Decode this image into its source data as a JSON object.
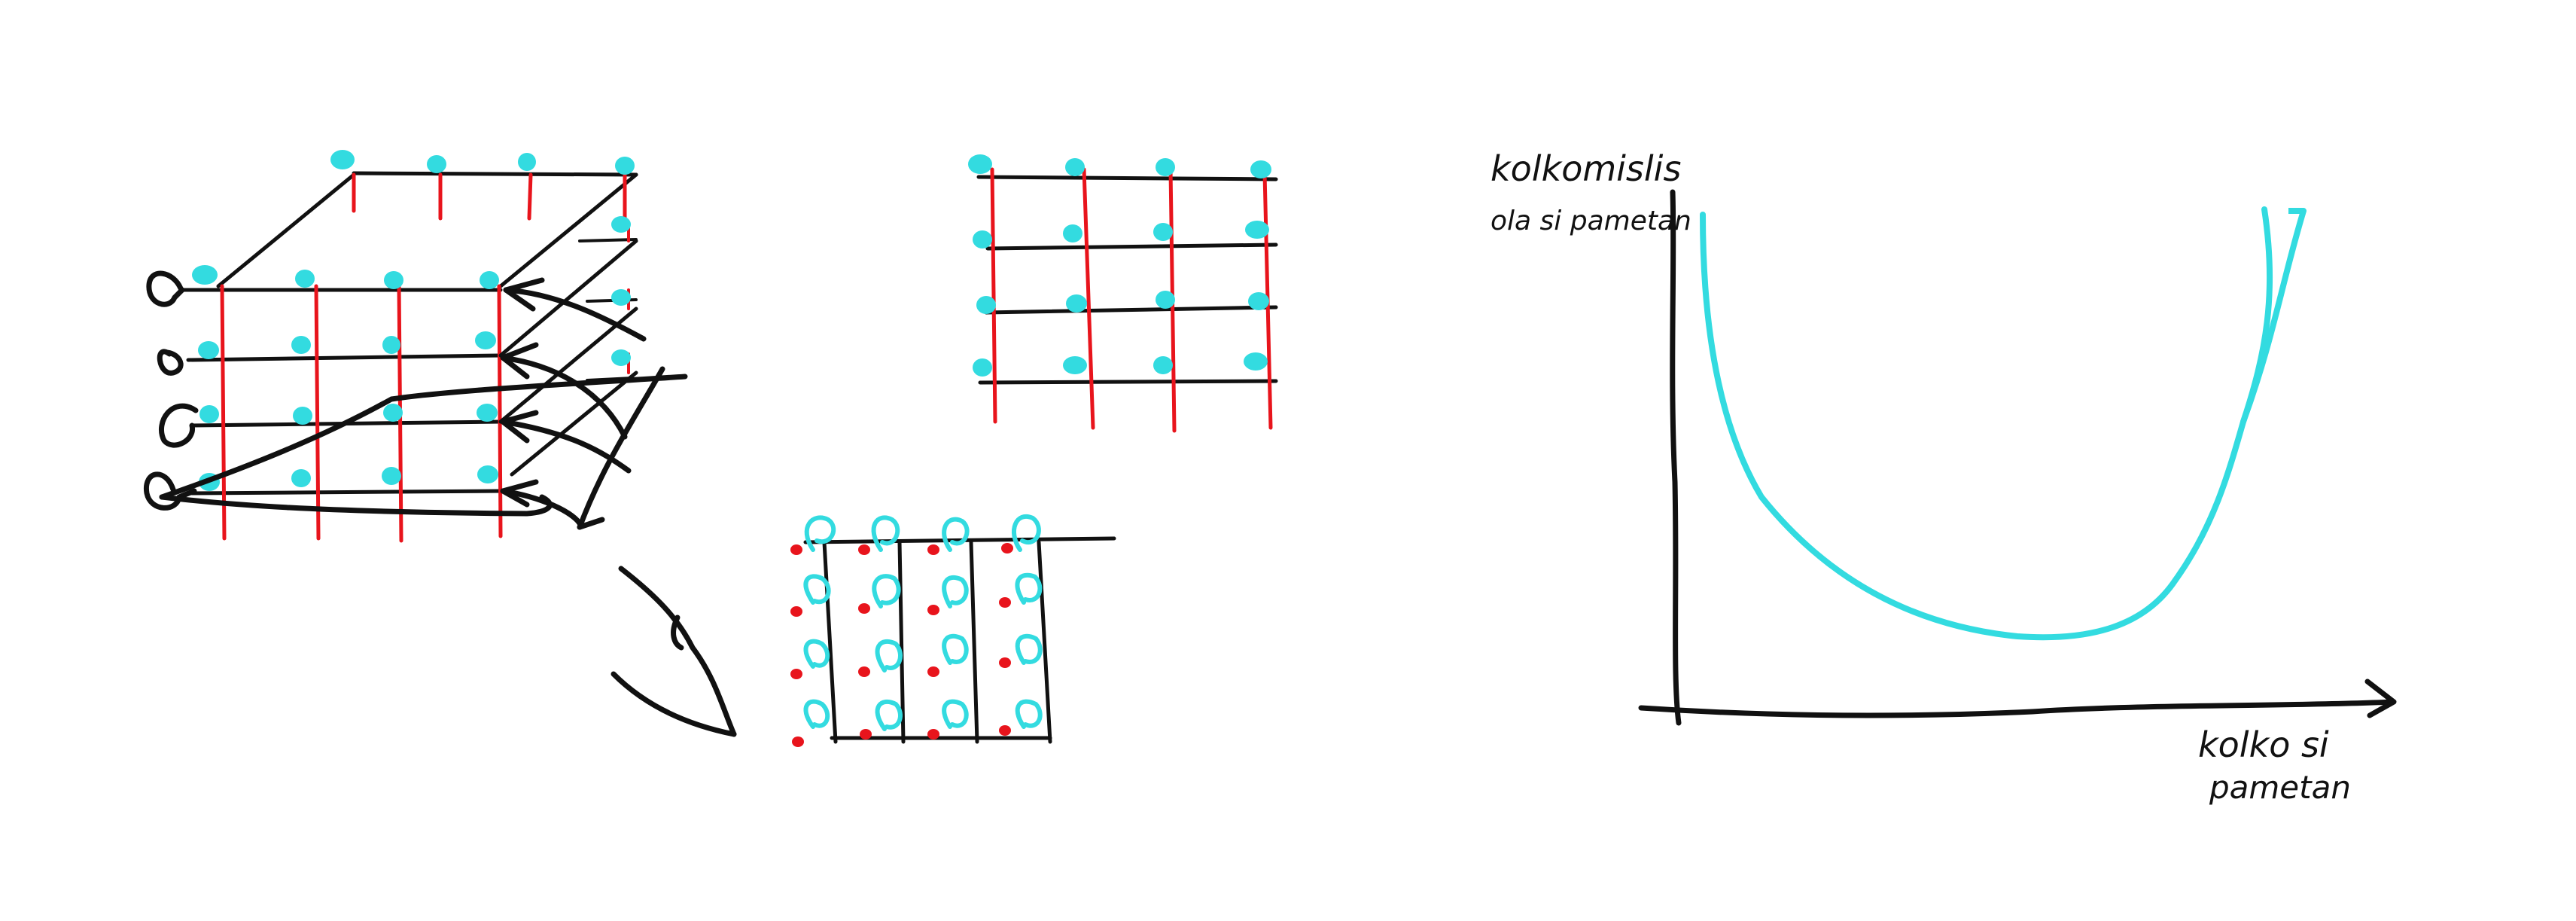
{
  "labels": {
    "y_axis_line1": "kolkomislis",
    "y_axis_line2": "ola si pametan",
    "x_axis_line1": "kolko si",
    "x_axis_line2": "pametan"
  },
  "colors": {
    "ink": "#111111",
    "red": "#e8141c",
    "cyan": "#33dbe0",
    "background": "#ffffff"
  }
}
